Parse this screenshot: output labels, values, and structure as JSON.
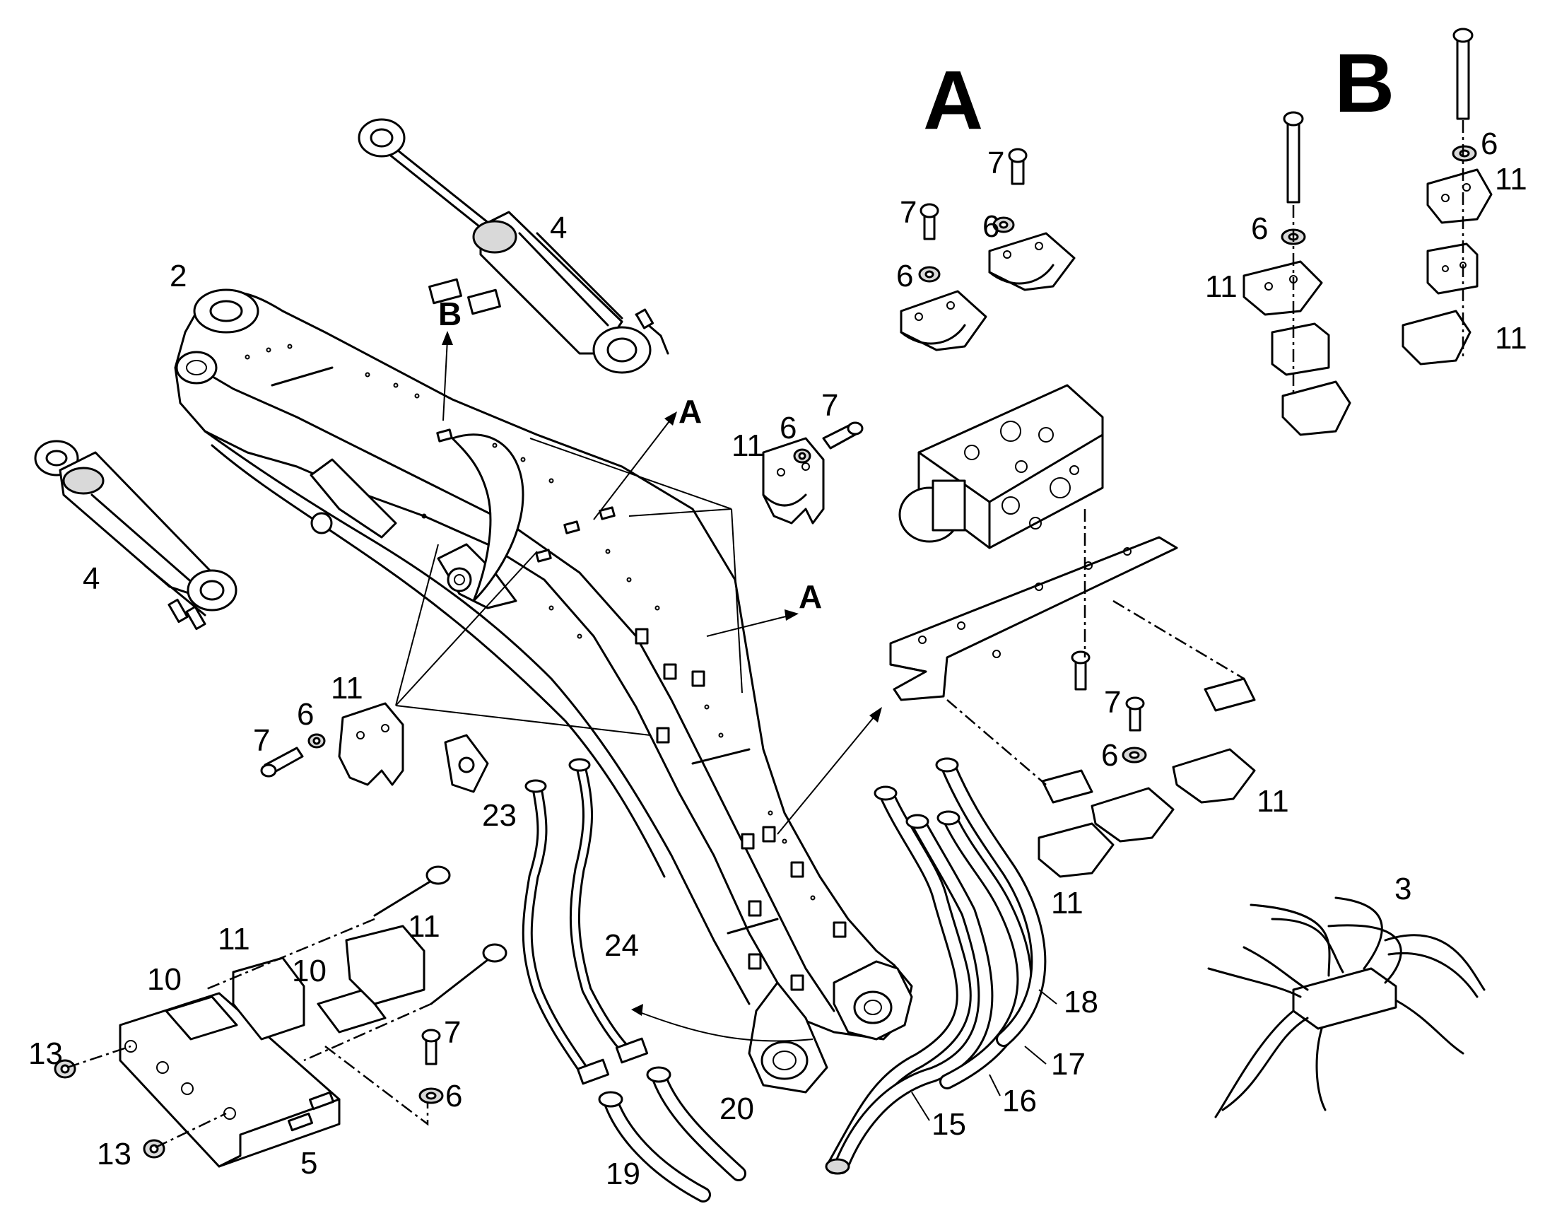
{
  "view_labels": {
    "view_a": "A",
    "view_b": "B"
  },
  "pointers": {
    "b": "B",
    "a_upper": "A",
    "a_lower": "A"
  },
  "callouts": {
    "cyl_upper": "4",
    "cyl_left": "4",
    "boom": "2",
    "clip_mid": "11",
    "washer_mid": "6",
    "screw_mid": "7",
    "clip_left": "11",
    "washer_left": "6",
    "screw_left": "7",
    "a_screw_top": "7",
    "a_screw_mid": "7",
    "a_washer_mid": "6",
    "a_washer_low": "6",
    "b_washer_top": "6",
    "b_clip_top": "11",
    "b_washer_left": "6",
    "b_clip_left": "11",
    "b_clip_right": "11",
    "plate_screw": "7",
    "plate_washer": "6",
    "plate_clip_right": "11",
    "plate_clip_low": "11",
    "bracket_clip_a": "11",
    "bracket_clip_b": "11",
    "spacer_a": "10",
    "spacer_b": "10",
    "nut_a": "13",
    "nut_b": "13",
    "bracket": "5",
    "bracket_screw": "7",
    "bracket_washer": "6",
    "pipe_23": "23",
    "pipe_24": "24",
    "hose_19": "19",
    "hose_20": "20",
    "hose_15": "15",
    "hose_16": "16",
    "hose_17": "17",
    "hose_18": "18",
    "harness": "3"
  }
}
